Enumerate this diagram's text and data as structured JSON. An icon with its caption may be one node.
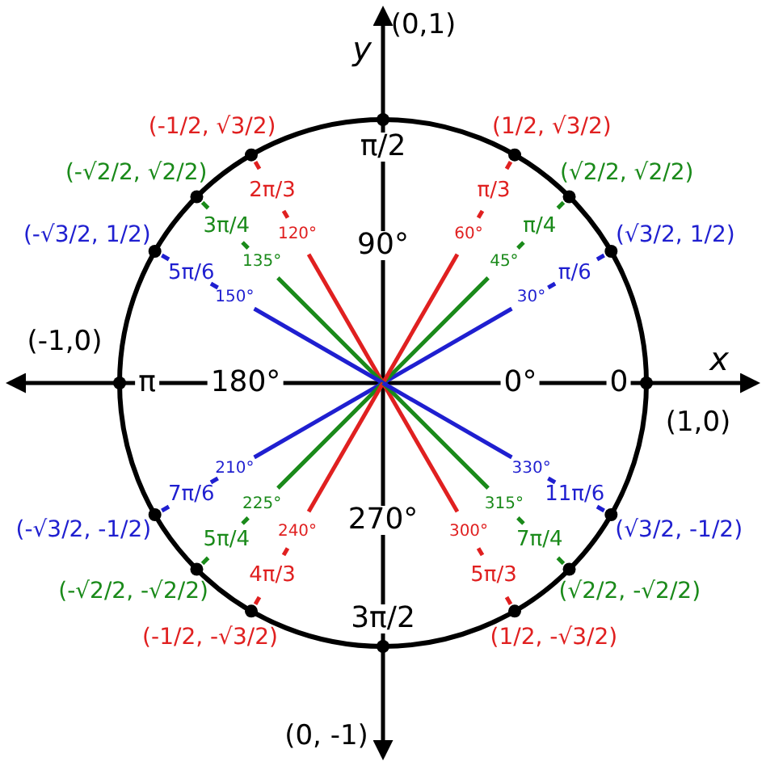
{
  "diagram": {
    "labels": [
      "y",
      "x",
      "(1,0)",
      "0",
      "0°",
      "(√3/2, 1/2)",
      "π/6",
      "30°",
      "(√2/2, √2/2)",
      "π/4",
      "45°",
      "(1/2, √3/2)",
      "π/3",
      "60°",
      "(0,1)",
      "π/2",
      "90°",
      "(-1/2, √3/2)",
      "2π/3",
      "120°",
      "(-√2/2, √2/2)",
      "3π/4",
      "135°",
      "(-√3/2, 1/2)",
      "5π/6",
      "150°",
      "(-1,0)",
      "π",
      "180°",
      "(-√3/2, -1/2)",
      "7π/6",
      "210°",
      "(-√2/2, -√2/2)",
      "5π/4",
      "225°",
      "(-1/2, -√3/2)",
      "4π/3",
      "240°",
      "(0, -1)",
      "3π/2",
      "270°",
      "(1/2, -√3/2)",
      "5π/3",
      "300°",
      "(√2/2, -√2/2)",
      "7π/4",
      "315°",
      "(√3/2, -1/2)",
      "11π/6",
      "330°"
    ]
  }
}
